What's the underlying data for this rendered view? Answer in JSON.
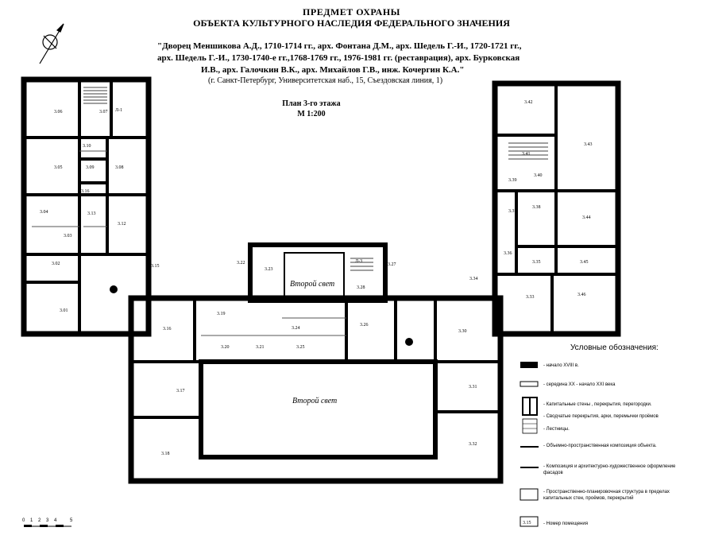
{
  "header": {
    "title_line1": "ПРЕДМЕТ ОХРАНЫ",
    "title_line2": "ОБЪЕКТА КУЛЬТУРНОГО НАСЛЕДИЯ ФЕДЕРАЛЬНОГО ЗНАЧЕНИЯ",
    "citation_line1": "\"Дворец Меншикова А.Д., 1710-1714 гг., арх. Фонтана Д.М., арх. Шедель Г.-И., 1720-1721 гг.,",
    "citation_line2": "арх. Шедель Г.-И., 1730-1740-е гг.,1768-1769 гг., 1976-1981 гг. (реставрация), арх. Бурковская",
    "citation_line3": "И.В., арх. Галочкин В.К., арх. Михайлов Г.В., инж. Кочергин К.А.\"",
    "address": "(г. Санкт-Петербург, Университетская наб., 15, Съездовская линия, 1)"
  },
  "plan": {
    "title": "План 3-го этажа",
    "scale": "М 1:200",
    "second_light_label": "Второй свет",
    "rooms": [
      "3.06",
      "3.07",
      "3.10",
      "3.08",
      "3.09",
      "3.05",
      "3.16",
      "3.04",
      "3.03",
      "3.13",
      "3.12",
      "3.02",
      "3.01",
      "3.15",
      "3.22",
      "3.23",
      "3.21",
      "3.20",
      "3.19",
      "3.16",
      "3.26",
      "3.24",
      "3.25",
      "3.28",
      "3.27",
      "3.30",
      "3.31",
      "3.32",
      "3.17",
      "3.18",
      "3.42",
      "3.43",
      "3.41",
      "3.39",
      "3.40",
      "3.37",
      "3.38",
      "3.44",
      "3.36",
      "3.35",
      "3.45",
      "3.34",
      "3.33",
      "3.46"
    ],
    "stairs": [
      "Л-1",
      "Л-3"
    ],
    "scale_bar": [
      "0",
      "1",
      "2",
      "3",
      "4",
      "5"
    ]
  },
  "legend": {
    "title": "Условные обозначения:",
    "items": [
      "- начало XVIII в.",
      "- середина XX - начало XXI века",
      "- Капитальные стены , перекрытия, перегородки.",
      "- Сводчатые перекрытия, арки, перемычки проёмов",
      "- Лестницы.",
      "- Объемно-пространственная композиция объекта.",
      "- Композиция и архитектурно-художественное оформление фасадов",
      "- Пространственно-планировочная структура в пределах капитальных стен, проёмов, перекрытий",
      "- Номер помещения"
    ],
    "sample_room_number": "3.15"
  },
  "colors": {
    "wall": "#000000",
    "paper": "#ffffff",
    "thin_line": "#555555"
  },
  "icons": [
    "compass-rose-icon"
  ]
}
